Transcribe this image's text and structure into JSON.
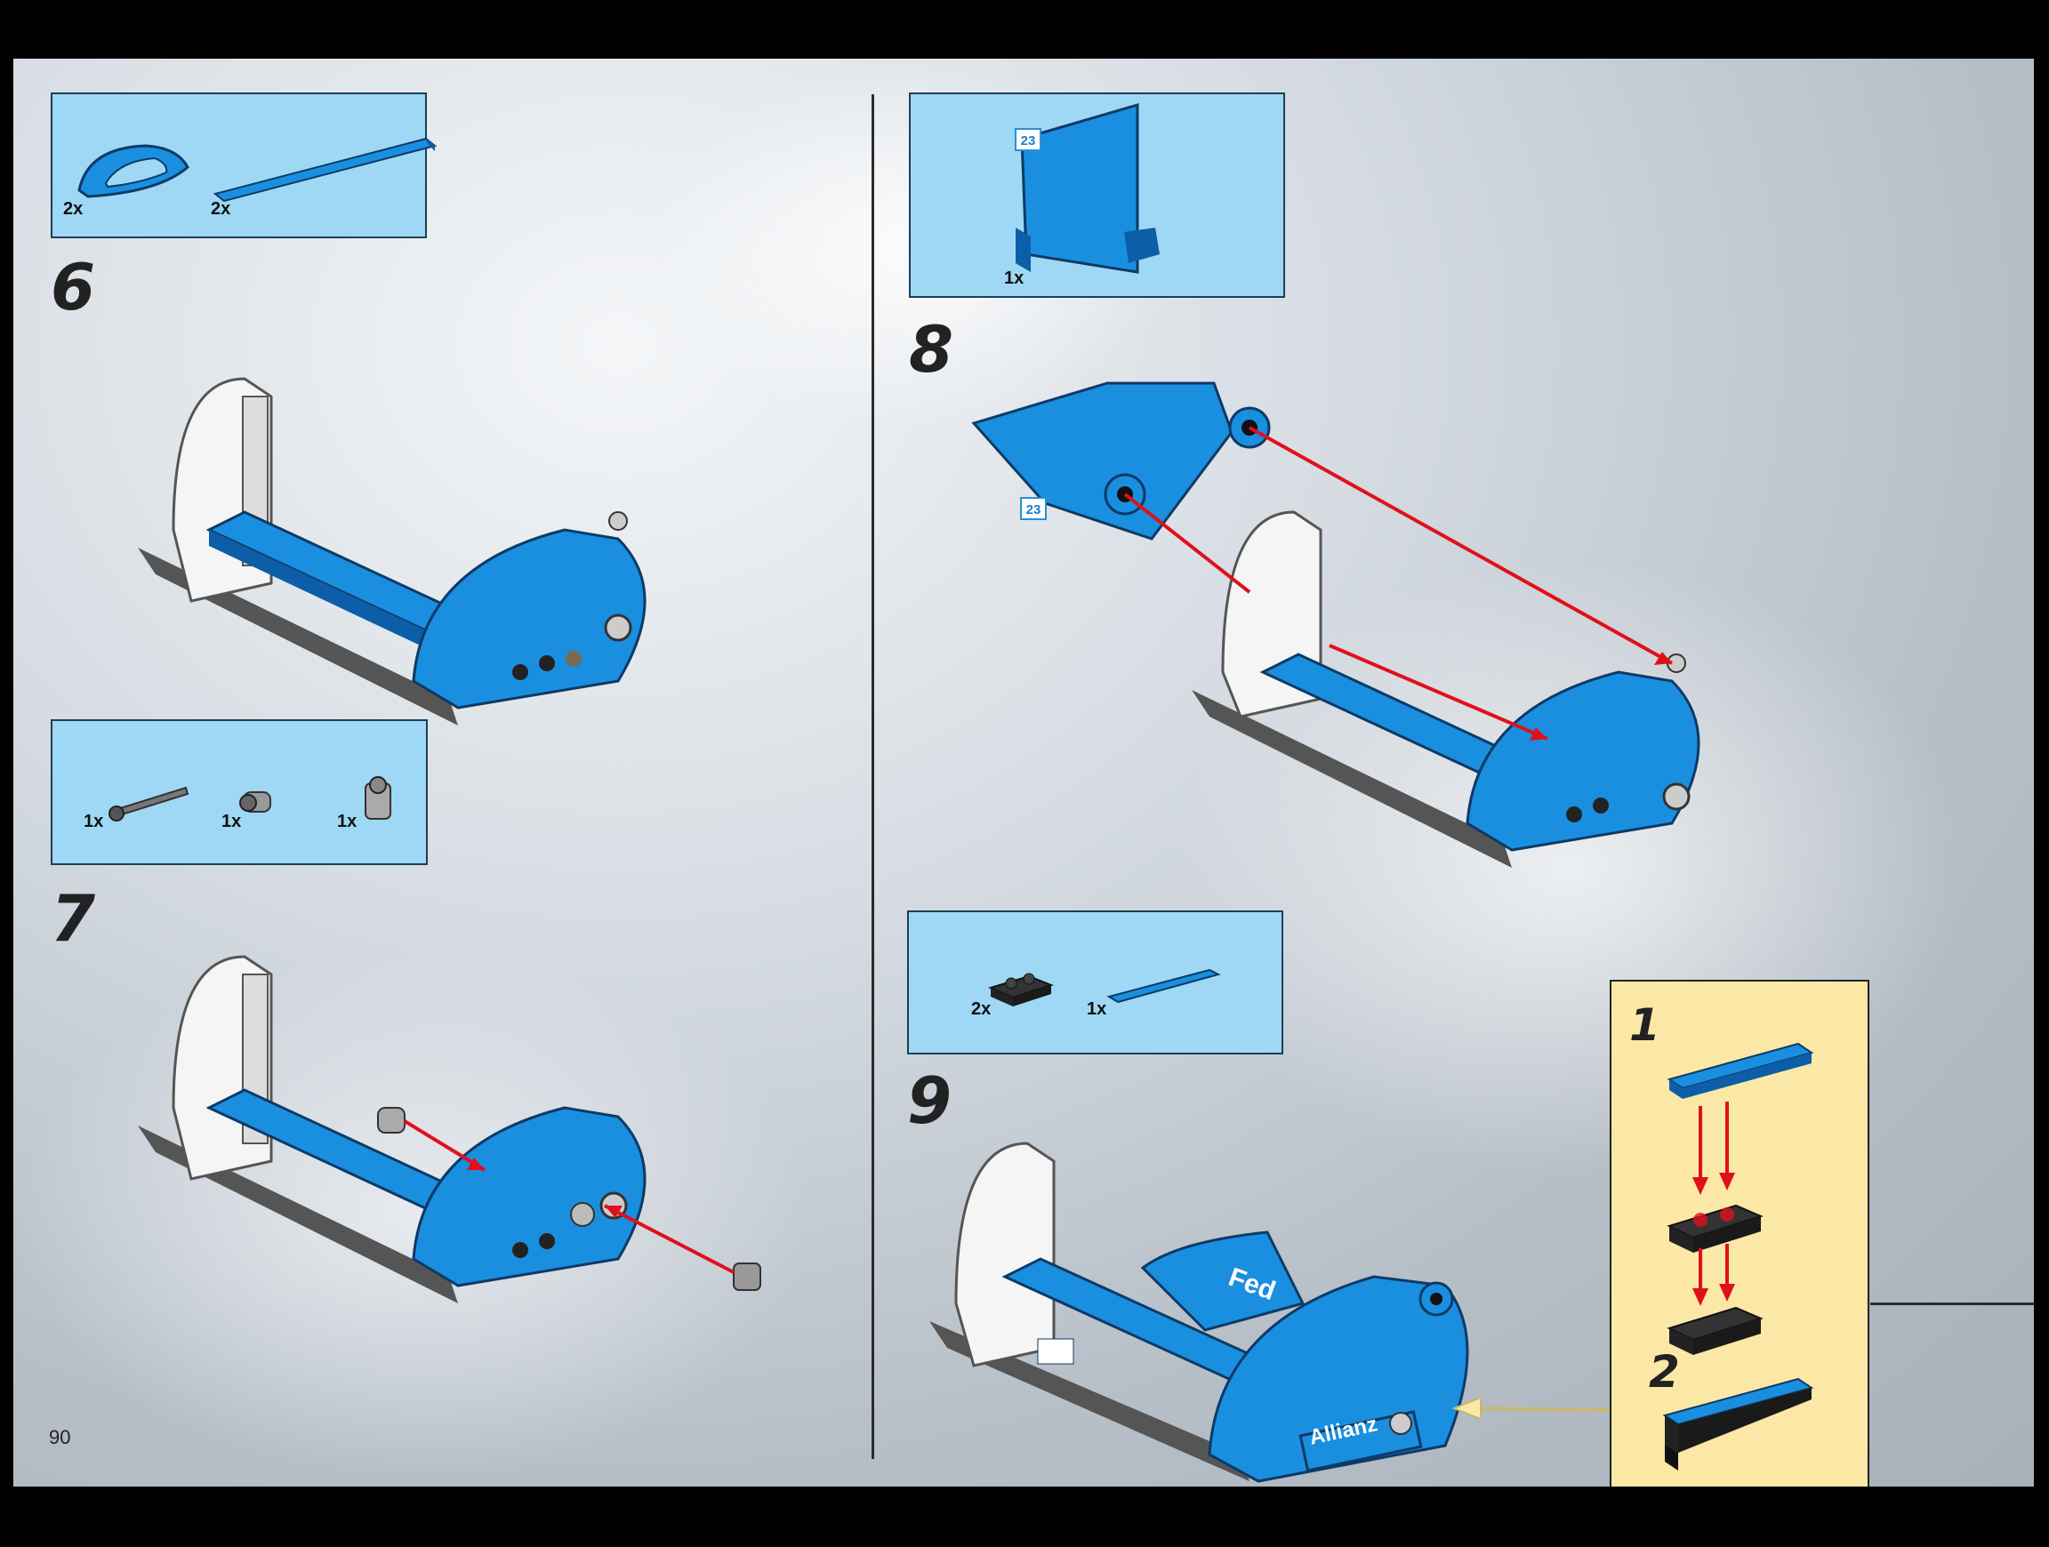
{
  "page_number": "90",
  "steps": [
    {
      "number": "6",
      "parts": [
        {
          "qty": "2x"
        },
        {
          "qty": "2x"
        }
      ]
    },
    {
      "number": "7",
      "parts": [
        {
          "qty": "1x"
        },
        {
          "qty": "1x"
        },
        {
          "qty": "1x"
        }
      ]
    },
    {
      "number": "8",
      "parts": [
        {
          "qty": "1x",
          "tag": "23"
        }
      ],
      "model_tag": "23"
    },
    {
      "number": "9",
      "parts": [
        {
          "qty": "2x"
        },
        {
          "qty": "1x"
        }
      ],
      "decals": [
        "Allianz",
        "Fed"
      ],
      "subassembly": {
        "steps": [
          "1",
          "2"
        ]
      }
    }
  ],
  "colors": {
    "part_box": "#9ed8f5",
    "lego_blue": "#1a8fe0",
    "callout": "#fbe8a6",
    "arrow_red": "#e0101a"
  }
}
